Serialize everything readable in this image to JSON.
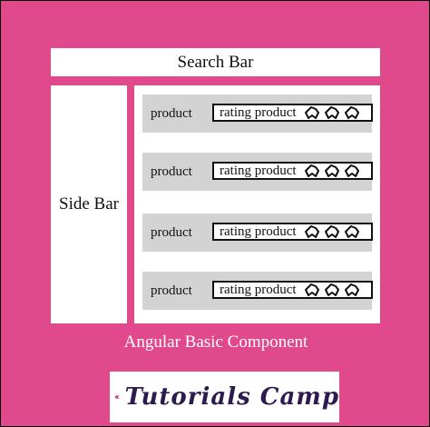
{
  "search_bar": {
    "label": "Search Bar"
  },
  "side_bar": {
    "label": "Side Bar"
  },
  "products": [
    {
      "label": "product",
      "rating_label": "rating product",
      "icon_count": 3
    },
    {
      "label": "product",
      "rating_label": "rating product",
      "icon_count": 3
    },
    {
      "label": "product",
      "rating_label": "rating product",
      "icon_count": 3
    },
    {
      "label": "product",
      "rating_label": "rating product",
      "icon_count": 3
    }
  ],
  "caption": "Angular Basic Component",
  "logo": {
    "text": "Tutorials Camp"
  },
  "colors": {
    "background": "#e04a8c",
    "panel": "#ffffff",
    "row": "#d3d3d3",
    "logo_text": "#2d1a4e",
    "logo_mark_light": "#d4508f",
    "logo_mark_dark": "#a31e63"
  },
  "icons": {
    "rating": "rating-icon",
    "logo": "logo-mark-icon"
  }
}
